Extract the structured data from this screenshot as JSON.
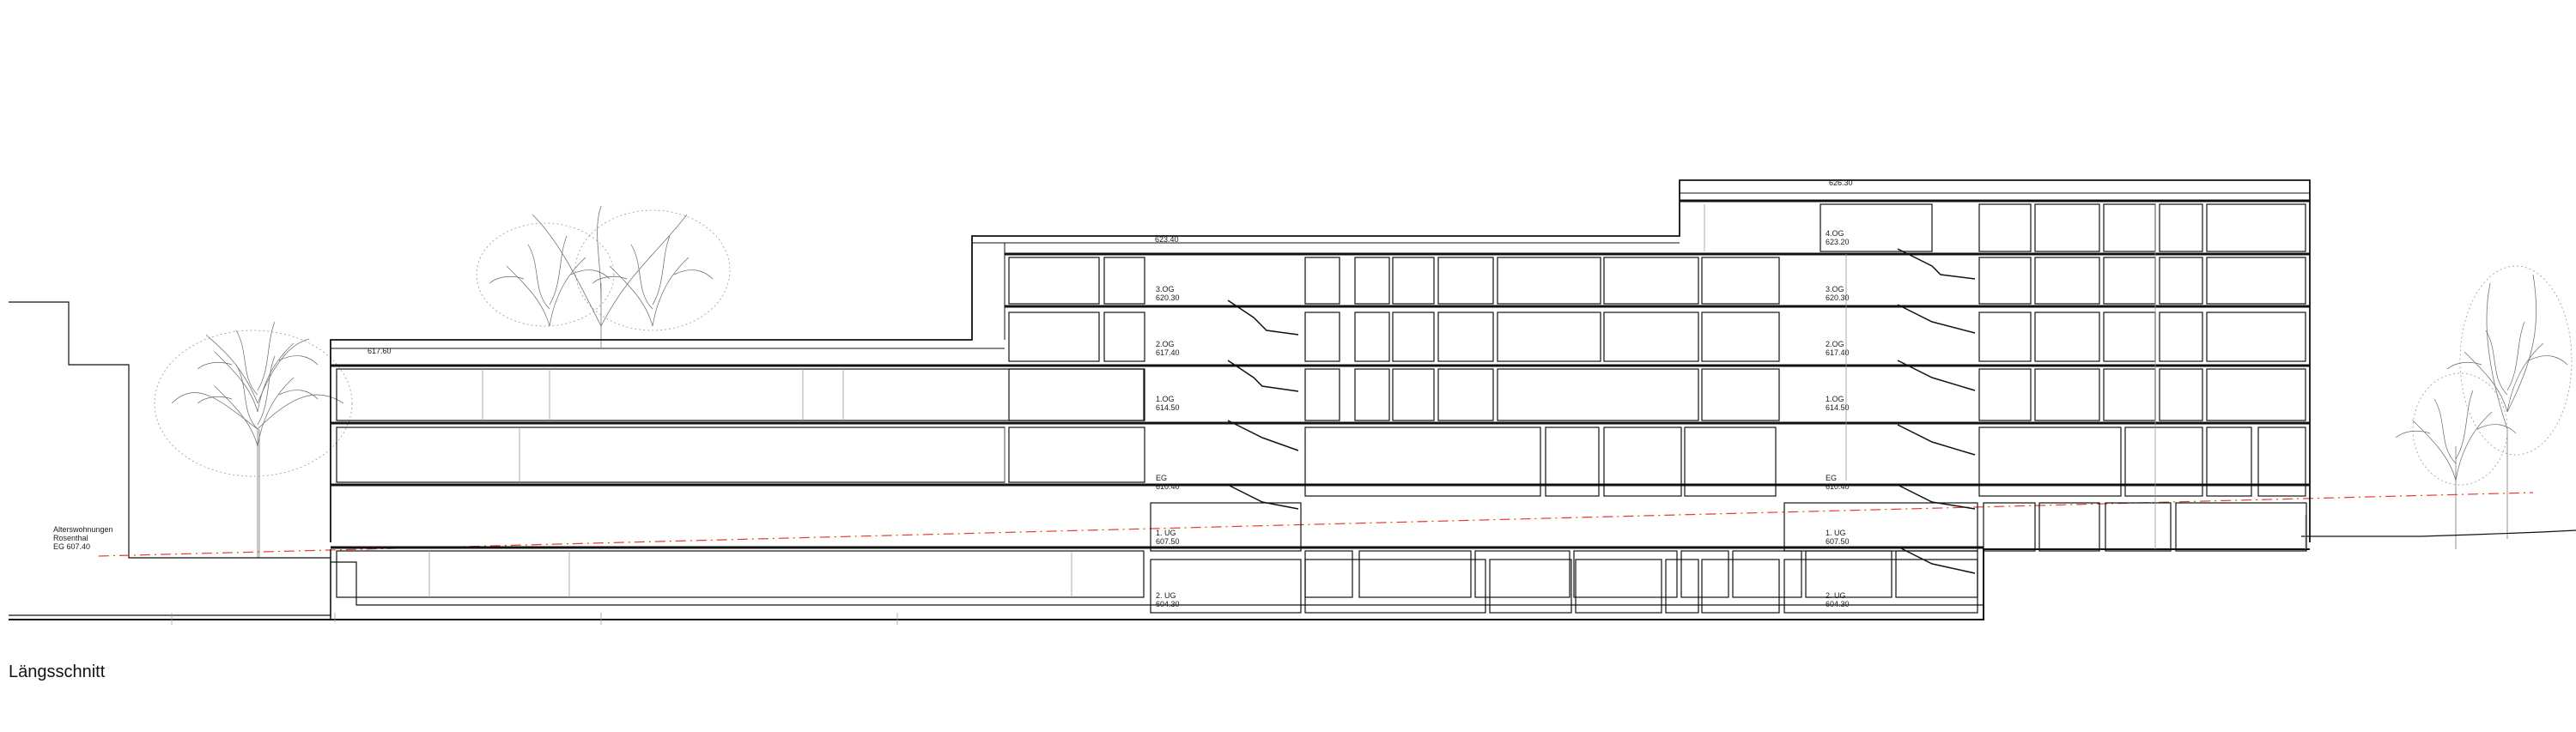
{
  "caption": "Längsschnitt",
  "annotation_neighbor": [
    "Alterswohnungen",
    "Rosenthal",
    "EG 607.40"
  ],
  "levels_west": [
    {
      "name": "3.OG",
      "value": "620.30"
    },
    {
      "name": "2.OG",
      "value": "617.40"
    },
    {
      "name": "1.OG",
      "value": "614.50"
    },
    {
      "name": "EG",
      "value": "610.40"
    },
    {
      "name": "1. UG",
      "value": "607.50"
    },
    {
      "name": "2. UG",
      "value": "604.30"
    }
  ],
  "levels_east": [
    {
      "name": "4.OG",
      "value": "623.20"
    },
    {
      "name": "3.OG",
      "value": "620.30"
    },
    {
      "name": "2.OG",
      "value": "617.40"
    },
    {
      "name": "1.OG",
      "value": "614.50"
    },
    {
      "name": "EG",
      "value": "610.40"
    },
    {
      "name": "1. UG",
      "value": "607.50"
    },
    {
      "name": "2. UG",
      "value": "604.30"
    }
  ],
  "roof_heights": {
    "low": "617.60",
    "mid": "623.40",
    "top": "626.30"
  },
  "colors": {
    "line": "#111111",
    "grid": "#9a9a9a",
    "terrain": "#e0402a"
  }
}
